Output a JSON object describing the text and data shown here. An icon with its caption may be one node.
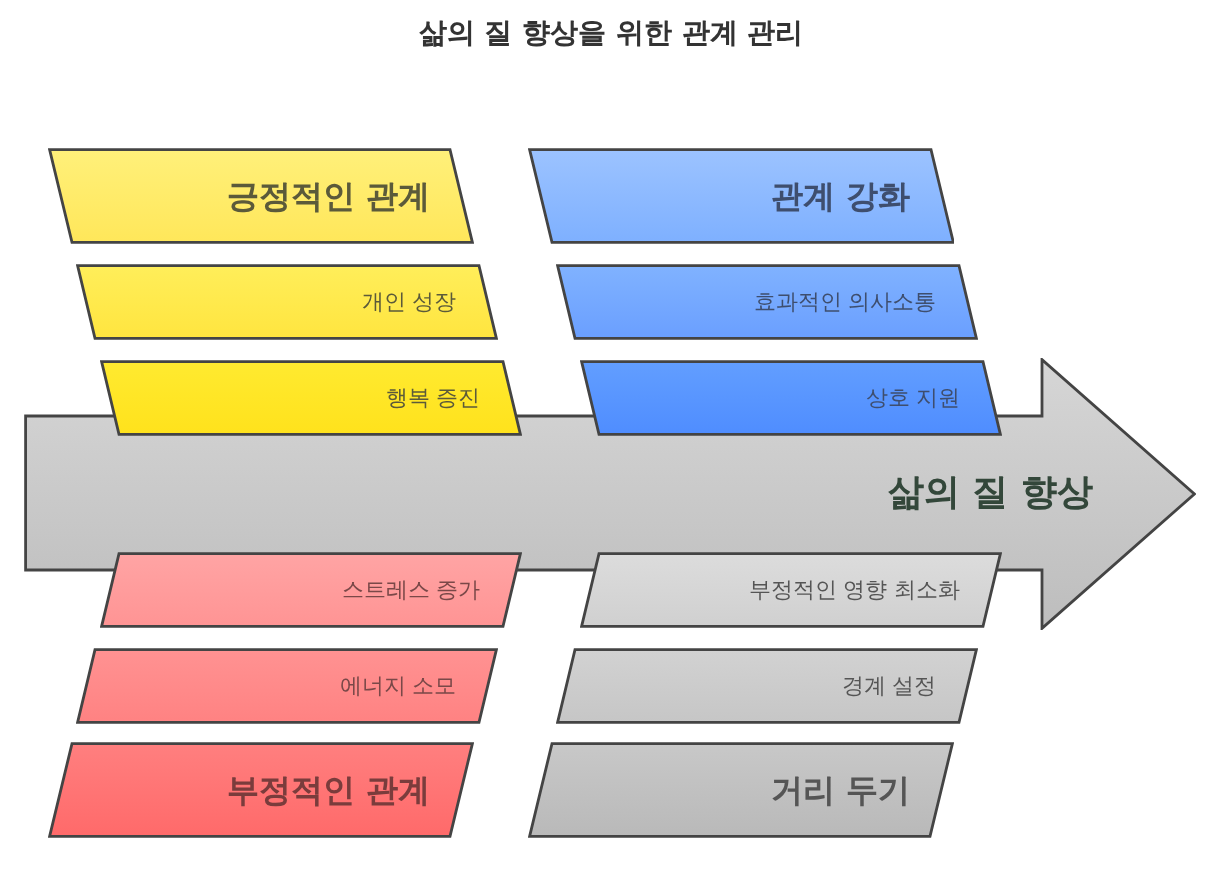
{
  "diagram": {
    "title": "삶의 질 향상을 위한 관계 관리",
    "nodes": [
      {
        "text": [
          "긍정적인 관계"
        ]
      },
      {
        "text": [
          "관계 강화"
        ]
      },
      {
        "text": [
          "개인 성장"
        ]
      },
      {
        "text": [
          "효과적인 의사소통"
        ]
      },
      {
        "text": [
          "행복 증진"
        ]
      },
      {
        "text": [
          "상호 지원"
        ]
      },
      {
        "text": [
          "삶의 질 향상"
        ]
      },
      {
        "text": [
          "스트레스 증가"
        ]
      },
      {
        "text": [
          "부정적인 영향 최소화"
        ]
      },
      {
        "text": [
          "에너지 소모"
        ]
      },
      {
        "text": [
          "경계 설정"
        ]
      },
      {
        "text": [
          "부정적인 관계"
        ]
      },
      {
        "text": [
          "거리 두기"
        ]
      }
    ]
  }
}
